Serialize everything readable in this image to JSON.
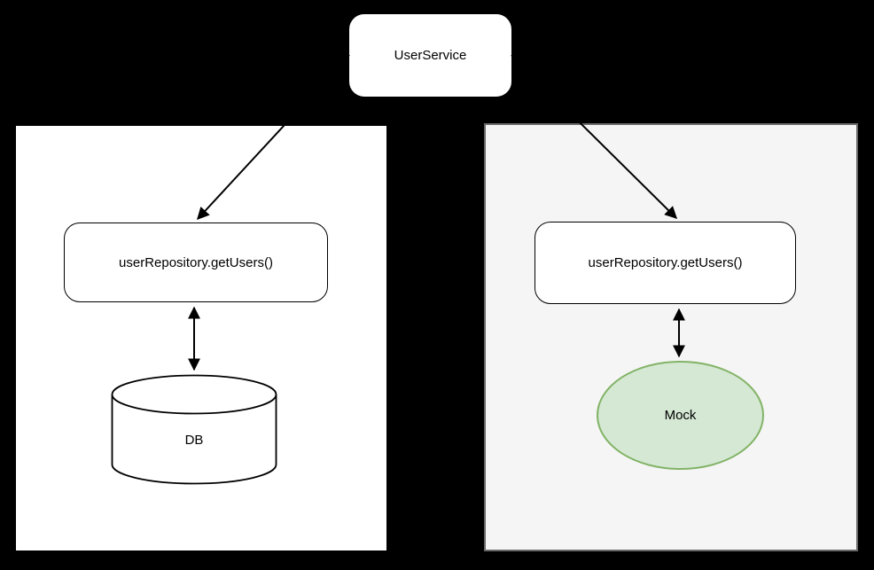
{
  "diagram": {
    "title_node": {
      "label": "UserService"
    },
    "left_scenario": {
      "repo_call": {
        "label": "userRepository.getUsers()"
      },
      "datastore": {
        "label": "DB"
      }
    },
    "right_scenario": {
      "repo_call": {
        "label": "userRepository.getUsers()"
      },
      "mock": {
        "label": "Mock"
      }
    },
    "colors": {
      "bg": "#000000",
      "node_fill": "#ffffff",
      "node_border": "#000000",
      "right_panel_fill": "#f5f5f5",
      "right_panel_border": "#686868",
      "mock_fill": "#d5e8d4",
      "mock_border": "#82b366",
      "arrow": "#000000",
      "text": "#000000"
    }
  }
}
